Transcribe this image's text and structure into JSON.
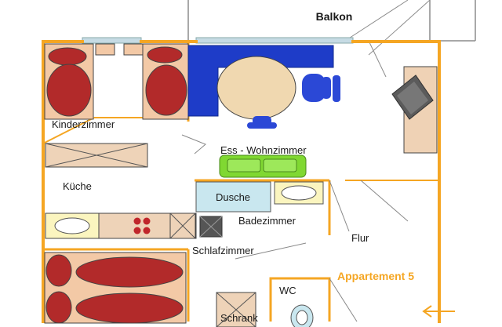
{
  "plan": {
    "rooms": {
      "balkon": "Balkon",
      "kinderzimmer": "Kinderzimmer",
      "ess_wohnzimmer": "Ess - Wohnzimmer",
      "kueche": "Küche",
      "dusche": "Dusche",
      "badezimmer": "Badezimmer",
      "schlafzimmer": "Schlafzimmer",
      "flur": "Flur",
      "wc": "WC",
      "schrank": "Schrank"
    },
    "unit_label": "Appartement 5"
  },
  "colors": {
    "wall": "#f5a623",
    "accent_text": "#f5a623",
    "bed_frame": "#f3c9a6",
    "bed_pillow": "#b22a2a",
    "furniture_tan": "#eed3b8",
    "table": "#f0d8b0",
    "bench_blue": "#1e3cc8",
    "chair_blue": "#2b48d6",
    "sofa_green": "#80d832",
    "shower": "#c9e7ef",
    "sink": "#fbf5bf",
    "desk": "#efd2b5",
    "monitor": "#5b5b5b",
    "stove_burner": "#c0262b",
    "window": "#c6dbe4",
    "balcony_line": "#8c8c8c",
    "dark_square": "#555555"
  }
}
